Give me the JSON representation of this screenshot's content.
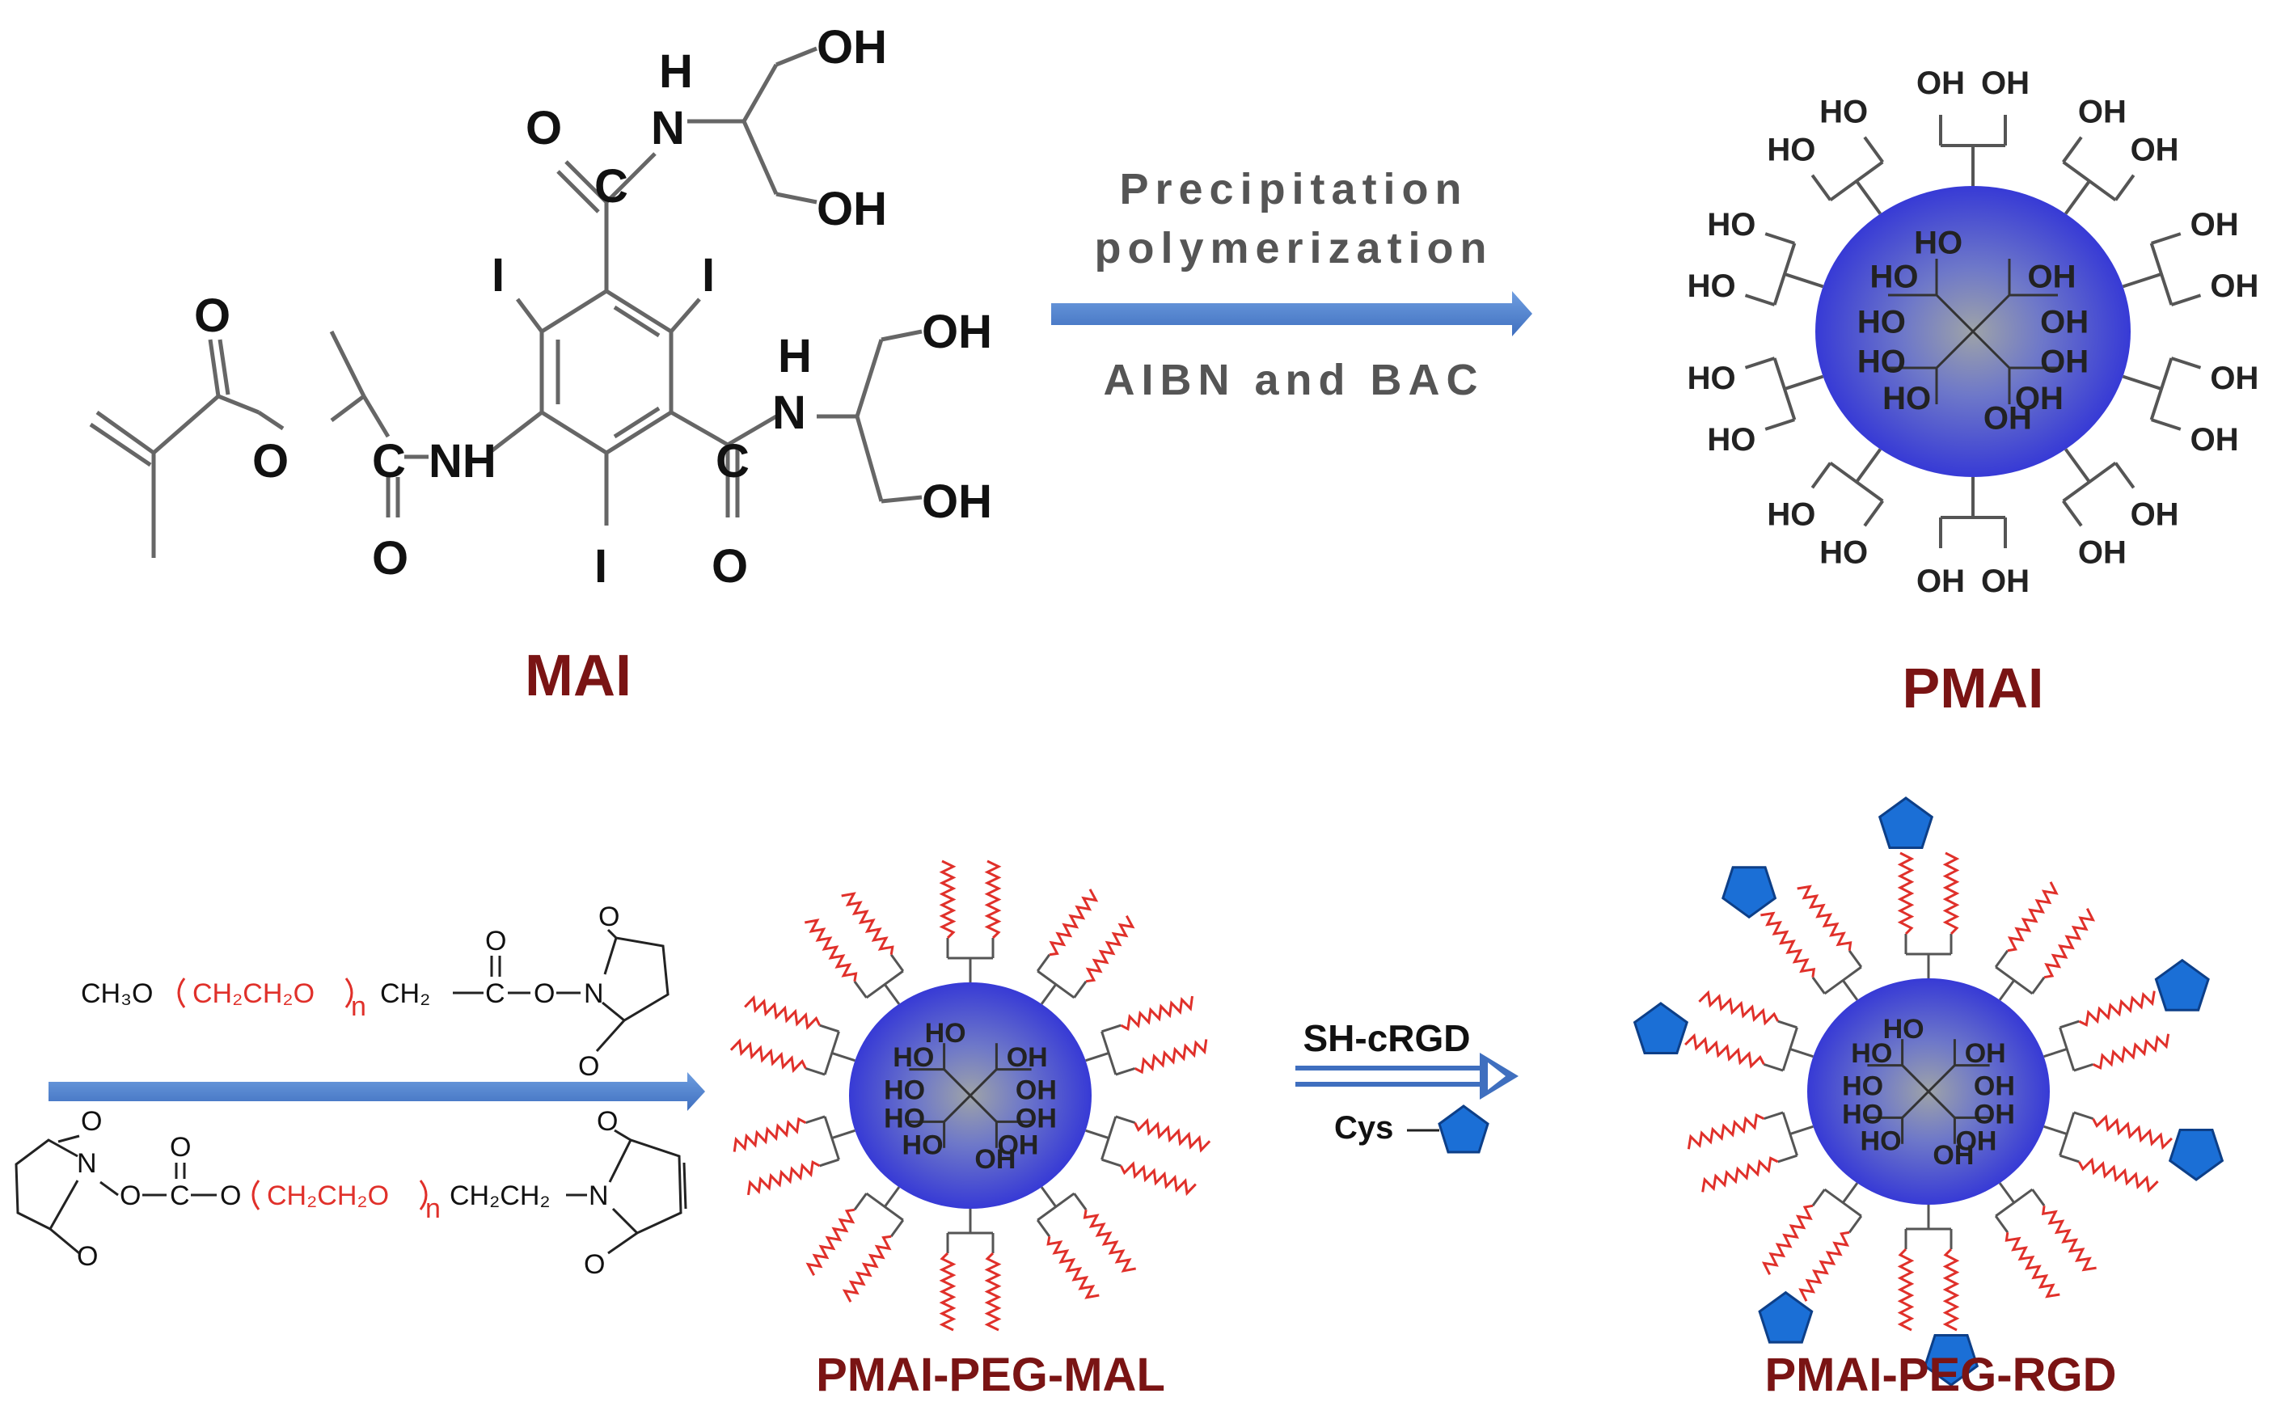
{
  "labels": {
    "mai": "MAI",
    "pmai": "PMAI",
    "pmai_peg_mal": "PMAI-PEG-MAL",
    "pmai_peg_rgd": "PMAI-PEG-RGD"
  },
  "step1": {
    "condition_top_1": "Precipitation",
    "condition_top_2": "polymerization",
    "condition_bottom": "AIBN and BAC"
  },
  "step3": {
    "reagent": "SH-cRGD",
    "cys": "Cys"
  },
  "atoms": {
    "oh": "OH",
    "ho": "HO",
    "o": "O",
    "c": "C",
    "nh": "NH",
    "n": "N",
    "h": "H",
    "i": "I"
  },
  "reagent1": {
    "ch3o": "CH₃O",
    "peg": "CH₂CH₂O",
    "n": "n",
    "ch2": "CH₂",
    "c": "C",
    "o": "O",
    "n_atom": "N"
  },
  "reagent2": {
    "n_atom": "N",
    "o": "O",
    "c": "C",
    "peg": "CH₂CH₂O",
    "n": "n",
    "ch2ch2": "CH₂CH₂"
  },
  "colors": {
    "label": "#7a1414",
    "peg_red": "#e0302a",
    "arrow_blue": "#4a7cc7",
    "sphere_blue": "#3a3ce0",
    "pentagon_blue": "#1b6fd6"
  }
}
